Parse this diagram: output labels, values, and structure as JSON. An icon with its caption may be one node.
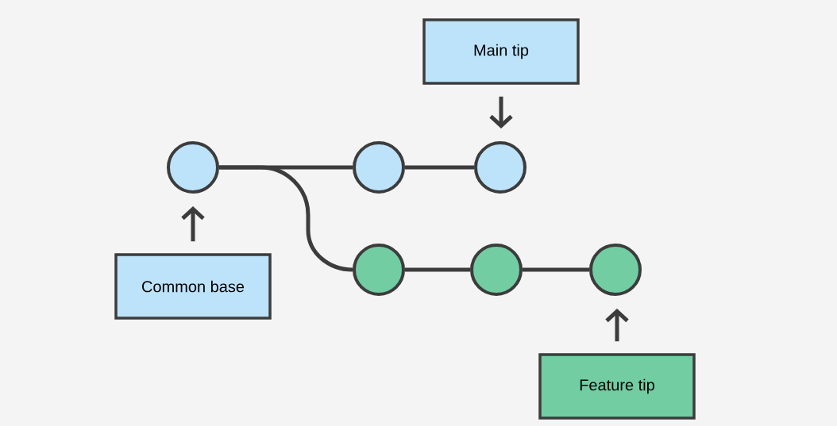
{
  "diagram": {
    "nodes": [
      {
        "text": [
          "Main tip"
        ]
      },
      {
        "text": [],
        "shape": "circle"
      },
      {
        "text": [],
        "shape": "circle"
      },
      {
        "text": [],
        "shape": "circle"
      },
      {
        "text": [],
        "shape": "circle"
      },
      {
        "text": [],
        "shape": "circle"
      },
      {
        "text": [],
        "shape": "circle"
      },
      {
        "text": [
          "Common base"
        ]
      },
      {
        "text": [
          "Feature tip"
        ]
      }
    ],
    "edges": [
      {
        "from": 0,
        "to": 3,
        "arrow": "to"
      },
      {
        "from": 1,
        "to": 2,
        "arrow": "none"
      },
      {
        "from": 2,
        "to": 3,
        "arrow": "none"
      },
      {
        "from": 1,
        "to": 4,
        "arrow": "none"
      },
      {
        "from": 4,
        "to": 5,
        "arrow": "none"
      },
      {
        "from": 5,
        "to": 6,
        "arrow": "none"
      },
      {
        "from": 7,
        "to": 1,
        "arrow": "to"
      },
      {
        "from": 8,
        "to": 6,
        "arrow": "to"
      }
    ]
  }
}
